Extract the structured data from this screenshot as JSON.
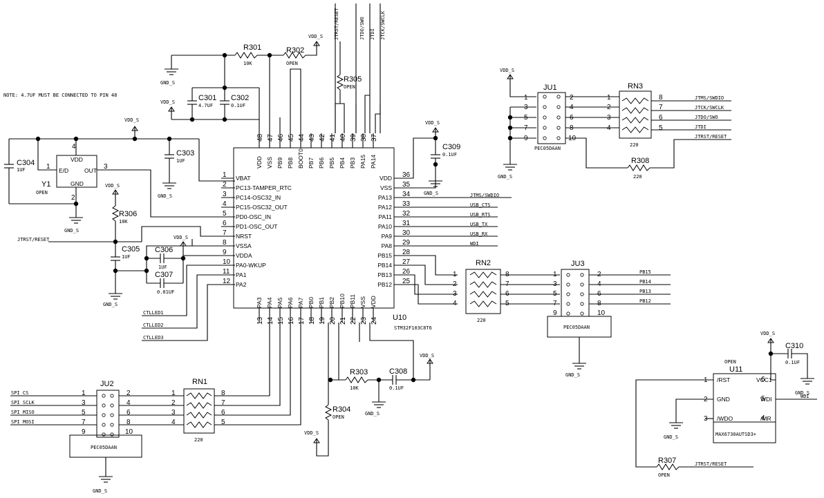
{
  "note": "NOTE: 4.7UF MUST BE CONNECTED TO PIN 48",
  "u10": {
    "ref": "U10",
    "part": "STM32F103C8T6",
    "left_pins": [
      {
        "num": "1",
        "name": "VBAT"
      },
      {
        "num": "2",
        "name": "PC13-TAMPER_RTC"
      },
      {
        "num": "3",
        "name": "PC14-OSC32_IN"
      },
      {
        "num": "4",
        "name": "PC15-OSC32_OUT"
      },
      {
        "num": "5",
        "name": "PD0-OSC_IN"
      },
      {
        "num": "6",
        "name": "PD1-OSC_OUT"
      },
      {
        "num": "7",
        "name": "NRST"
      },
      {
        "num": "8",
        "name": "VSSA"
      },
      {
        "num": "9",
        "name": "VDDA"
      },
      {
        "num": "10",
        "name": "PA0-WKUP"
      },
      {
        "num": "11",
        "name": "PA1"
      },
      {
        "num": "12",
        "name": "PA2"
      }
    ],
    "right_pins": [
      {
        "num": "36",
        "name": "VDD"
      },
      {
        "num": "35",
        "name": "VSS"
      },
      {
        "num": "34",
        "name": "PA13"
      },
      {
        "num": "33",
        "name": "PA12"
      },
      {
        "num": "32",
        "name": "PA11"
      },
      {
        "num": "31",
        "name": "PA10"
      },
      {
        "num": "30",
        "name": "PA9"
      },
      {
        "num": "29",
        "name": "PA8"
      },
      {
        "num": "28",
        "name": "PB15"
      },
      {
        "num": "27",
        "name": "PB14"
      },
      {
        "num": "26",
        "name": "PB13"
      },
      {
        "num": "25",
        "name": "PB12"
      }
    ],
    "top_pins": [
      {
        "num": "48",
        "name": "VDD"
      },
      {
        "num": "47",
        "name": "VSS"
      },
      {
        "num": "46",
        "name": "PB9"
      },
      {
        "num": "45",
        "name": "PB8"
      },
      {
        "num": "44",
        "name": "BOOT0"
      },
      {
        "num": "43",
        "name": "PB7"
      },
      {
        "num": "42",
        "name": "PB6"
      },
      {
        "num": "41",
        "name": "PB5"
      },
      {
        "num": "40",
        "name": "PB4"
      },
      {
        "num": "39",
        "name": "PB3"
      },
      {
        "num": "38",
        "name": "PA15"
      },
      {
        "num": "37",
        "name": "PA14"
      }
    ],
    "bottom_pins": [
      {
        "num": "13",
        "name": "PA3"
      },
      {
        "num": "14",
        "name": "PA4"
      },
      {
        "num": "15",
        "name": "PA5"
      },
      {
        "num": "16",
        "name": "PA6"
      },
      {
        "num": "17",
        "name": "PA7"
      },
      {
        "num": "18",
        "name": "PB0"
      },
      {
        "num": "19",
        "name": "PB1"
      },
      {
        "num": "20",
        "name": "PB2"
      },
      {
        "num": "21",
        "name": "PB10"
      },
      {
        "num": "22",
        "name": "PB11"
      },
      {
        "num": "23",
        "name": "VSS"
      },
      {
        "num": "24",
        "name": "VDD"
      }
    ]
  },
  "right_nets": [
    "JTMS/SWDIO",
    "USB_CTS",
    "USB_RTS",
    "USB_TX",
    "USB_RX",
    "WDI"
  ],
  "top_nets": [
    "JTRST/RESET",
    "JTDO/SWO",
    "JTDI",
    "JTCK/SWCLK"
  ],
  "components": {
    "r301": {
      "ref": "R301",
      "val": "10K"
    },
    "r302": {
      "ref": "R302",
      "val": "OPEN"
    },
    "r303": {
      "ref": "R303",
      "val": "10K"
    },
    "r304": {
      "ref": "R304",
      "val": "OPEN"
    },
    "r305": {
      "ref": "R305",
      "val": "OPEN"
    },
    "r306": {
      "ref": "R306",
      "val": "10K"
    },
    "r307": {
      "ref": "R307",
      "val": "OPEN"
    },
    "r308": {
      "ref": "R308",
      "val": "220"
    },
    "c301": {
      "ref": "C301",
      "val": "4.7UF"
    },
    "c302": {
      "ref": "C302",
      "val": "0.1UF"
    },
    "c303": {
      "ref": "C303",
      "val": "1UF"
    },
    "c304": {
      "ref": "C304",
      "val": "1UF"
    },
    "c305": {
      "ref": "C305",
      "val": "1UF"
    },
    "c306": {
      "ref": "C306",
      "val": "1UF"
    },
    "c307": {
      "ref": "C307",
      "val": "0.01UF"
    },
    "c308": {
      "ref": "C308",
      "val": "0.1UF"
    },
    "c309": {
      "ref": "C309",
      "val": "0.1UF"
    },
    "c310": {
      "ref": "C310",
      "val": "0.1UF"
    }
  },
  "y1": {
    "ref": "Y1",
    "val": "OPEN",
    "vdd": "VDD",
    "ed": "E/D",
    "out": "OUT",
    "gnd": "GND",
    "pins": [
      "4",
      "1",
      "3",
      "2"
    ]
  },
  "rn1": {
    "ref": "RN1",
    "val": "220"
  },
  "rn2": {
    "ref": "RN2",
    "val": "220"
  },
  "rn3": {
    "ref": "RN3",
    "val": "220"
  },
  "ju1": {
    "ref": "JU1",
    "part": "PEC05DAAN"
  },
  "ju2": {
    "ref": "JU2",
    "part": "PEC05DAAN"
  },
  "ju3": {
    "ref": "JU3",
    "part": "PEC05DAAN"
  },
  "u11": {
    "ref": "U11",
    "val": "OPEN",
    "part": "MAX6730AUTSD3+",
    "pins": [
      {
        "num": "1",
        "name": "/RST"
      },
      {
        "num": "2",
        "name": "GND"
      },
      {
        "num": "3",
        "name": "/WDO"
      },
      {
        "num": "6",
        "name": "VCC1"
      },
      {
        "num": "5",
        "name": "WDI"
      },
      {
        "num": "4",
        "name": "/MR"
      }
    ]
  },
  "power": {
    "vdd": "VDD_S",
    "gnd": "GND_S"
  },
  "ctl_nets": [
    "CTLLED1",
    "CTLLED2",
    "CTLLED3"
  ],
  "spi_nets": [
    "SPI_CS",
    "SPI_SCLK",
    "SPI_MISO",
    "SPI_MOSI"
  ],
  "jtag_nets": [
    "JTMS/SWDIO",
    "JTCK/SWCLK",
    "JTDO/SWO",
    "JTDI",
    "JTRST/RESET"
  ],
  "pb_nets": [
    "PB15",
    "PB14",
    "PB13",
    "PB12"
  ],
  "misc_nets": {
    "jtrst": "JTRST/RESET",
    "wdi": "WDI"
  },
  "jumper_pins": {
    "odd": [
      "1",
      "3",
      "5",
      "7",
      "9"
    ],
    "even": [
      "2",
      "4",
      "6",
      "8",
      "10"
    ]
  },
  "rn_pins": {
    "left": [
      "1",
      "2",
      "3",
      "4"
    ],
    "right": [
      "8",
      "7",
      "6",
      "5"
    ]
  }
}
